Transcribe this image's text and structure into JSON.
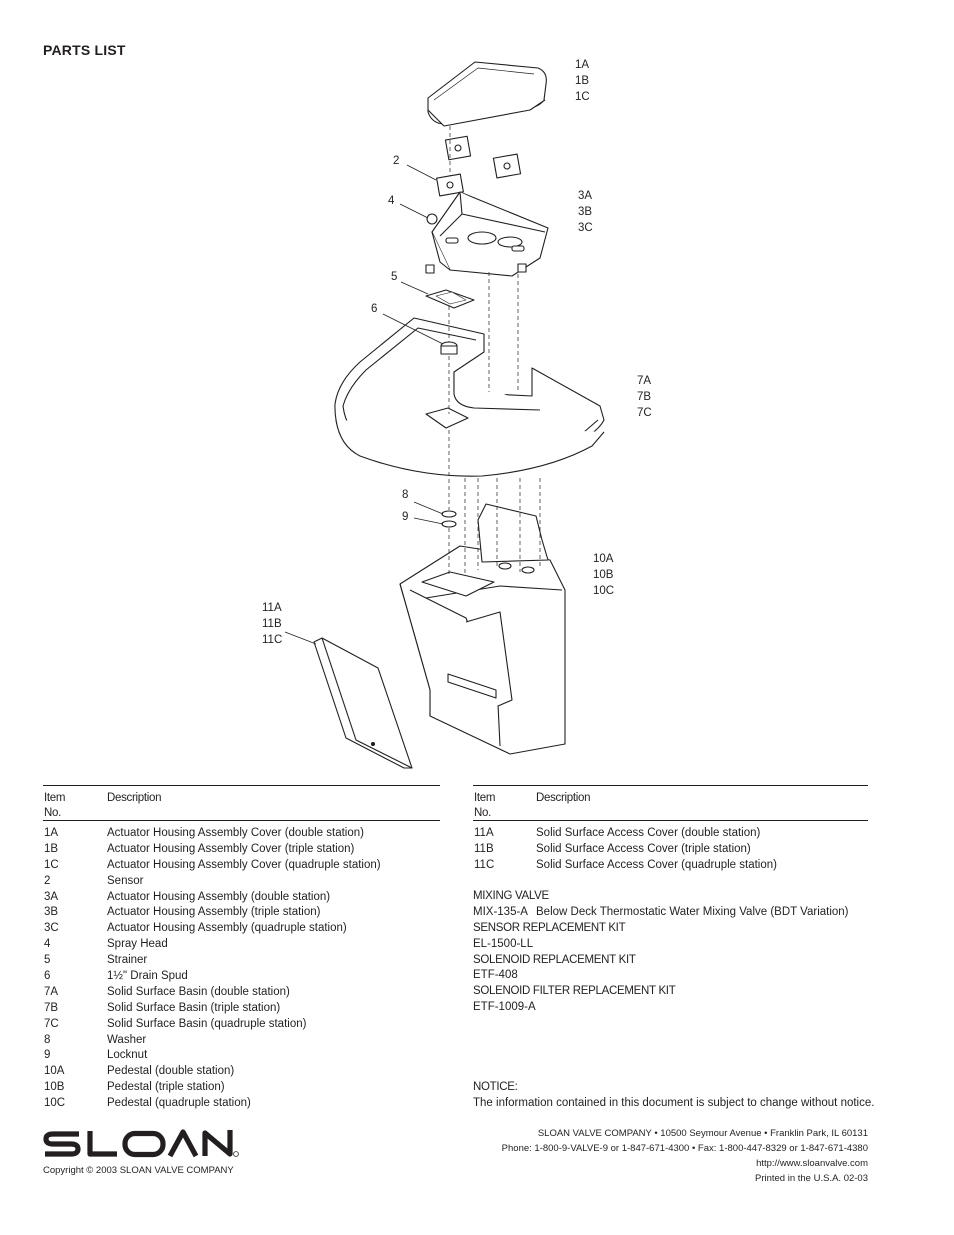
{
  "title": "PARTS LIST",
  "callouts": [
    {
      "id": "1",
      "text": "1A\n1B\n1C"
    },
    {
      "id": "2",
      "text": "2"
    },
    {
      "id": "3",
      "text": "3A\n3B\n3C"
    },
    {
      "id": "4",
      "text": "4"
    },
    {
      "id": "5",
      "text": "5"
    },
    {
      "id": "6",
      "text": "6"
    },
    {
      "id": "7",
      "text": "7A\n7B\n7C"
    },
    {
      "id": "8",
      "text": "8"
    },
    {
      "id": "9",
      "text": "9"
    },
    {
      "id": "10",
      "text": "10A\n10B\n10C"
    },
    {
      "id": "11",
      "text": "11A\n11B\n11C"
    }
  ],
  "table_left": {
    "header": {
      "item": "Item\nNo.",
      "description": "Description"
    },
    "rows": [
      {
        "no": "1A",
        "desc": "Actuator Housing Assembly Cover (double station)"
      },
      {
        "no": "1B",
        "desc": "Actuator Housing Assembly Cover (triple station)"
      },
      {
        "no": "1C",
        "desc": "Actuator Housing Assembly Cover (quadruple station)"
      },
      {
        "no": "2",
        "desc": "Sensor"
      },
      {
        "no": "3A",
        "desc": "Actuator Housing Assembly (double station)"
      },
      {
        "no": "3B",
        "desc": "Actuator Housing Assembly (triple station)"
      },
      {
        "no": "3C",
        "desc": "Actuator Housing Assembly (quadruple station)"
      },
      {
        "no": "4",
        "desc": "Spray Head"
      },
      {
        "no": "5",
        "desc": "Strainer"
      },
      {
        "no": "6",
        "desc": "1½\" Drain Spud"
      },
      {
        "no": "7A",
        "desc": "Solid Surface Basin (double station)"
      },
      {
        "no": "7B",
        "desc": "Solid Surface Basin (triple station)"
      },
      {
        "no": "7C",
        "desc": "Solid Surface Basin (quadruple station)"
      },
      {
        "no": "8",
        "desc": "Washer"
      },
      {
        "no": "9",
        "desc": "Locknut"
      },
      {
        "no": "10A",
        "desc": "Pedestal (double station)"
      },
      {
        "no": "10B",
        "desc": "Pedestal (triple station)"
      },
      {
        "no": "10C",
        "desc": "Pedestal (quadruple station)"
      }
    ]
  },
  "table_right": {
    "header": {
      "item": "Item\nNo.",
      "description": "Description"
    },
    "rows": [
      {
        "no": "11A",
        "desc": "Solid Surface Access Cover (double station)"
      },
      {
        "no": "11B",
        "desc": "Solid Surface Access Cover (triple station)"
      },
      {
        "no": "11C",
        "desc": "Solid Surface Access Cover (quadruple station)"
      }
    ]
  },
  "kits": [
    {
      "heading": "MIXING VALVE",
      "code": "MIX-135-A",
      "description": "Below Deck Thermostatic Water Mixing Valve (BDT Variation)"
    },
    {
      "heading": "SENSOR REPLACEMENT KIT",
      "code": "EL-1500-LL",
      "description": ""
    },
    {
      "heading": "SOLENOID REPLACEMENT KIT",
      "code": "ETF-408",
      "description": ""
    },
    {
      "heading": "SOLENOID FILTER REPLACEMENT KIT",
      "code": "ETF-1009-A",
      "description": ""
    }
  ],
  "notice": {
    "heading": "NOTICE:",
    "text": "The information contained in this document is subject to change without notice."
  },
  "footer": {
    "logo_text": "SLOAN",
    "copyright": "Copyright © 2003 SLOAN VALVE COMPANY",
    "company_lines": [
      "SLOAN VALVE COMPANY • 10500 Seymour Avenue • Franklin Park, IL 60131",
      "Phone: 1-800-9-VALVE-9 or 1-847-671-4300 • Fax: 1-800-447-8329 or 1-847-671-4380",
      "http://www.sloanvalve.com",
      "Printed in the U.S.A. 02-03"
    ]
  }
}
